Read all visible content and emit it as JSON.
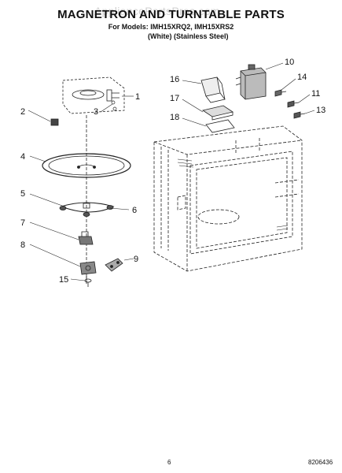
{
  "header": {
    "title": "MAGNETRON AND TURNTABLE PARTS",
    "models": "For Models: IMH15XRQ2, IMH15XRS2",
    "variants": "(White)   (Stainless Steel)",
    "watermark": "AppliancePartsPros.com"
  },
  "callouts": {
    "c1": "1",
    "c2": "2",
    "c3": "3",
    "c4": "4",
    "c5": "5",
    "c6": "6",
    "c7": "7",
    "c8": "8",
    "c9": "9",
    "c10": "10",
    "c11": "11",
    "c13": "13",
    "c14": "14",
    "c15": "15",
    "c16": "16",
    "c17": "17",
    "c18": "18"
  },
  "footer": {
    "page": "6",
    "doc_number": "8206436"
  }
}
